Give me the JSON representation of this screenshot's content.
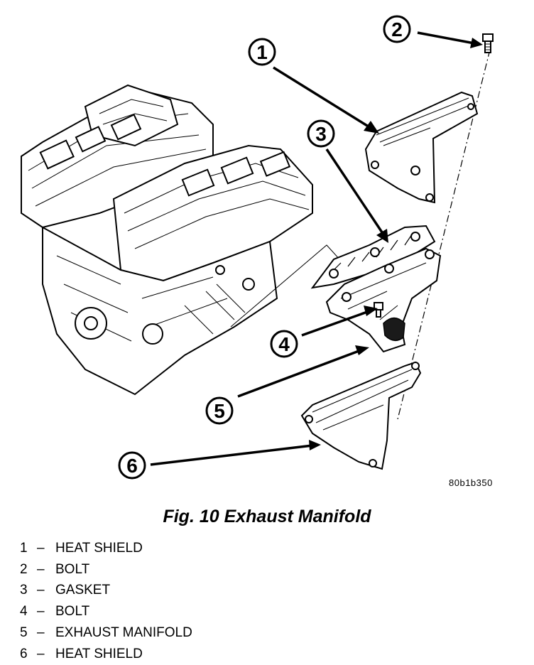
{
  "diagram": {
    "reference_code": "80b1b350",
    "callouts": [
      "1",
      "2",
      "3",
      "4",
      "5",
      "6"
    ]
  },
  "figure": {
    "caption": "Fig. 10 Exhaust Manifold"
  },
  "legend": {
    "separator": "–",
    "items": [
      {
        "number": "1",
        "label": "HEAT SHIELD"
      },
      {
        "number": "2",
        "label": "BOLT"
      },
      {
        "number": "3",
        "label": "GASKET"
      },
      {
        "number": "4",
        "label": "BOLT"
      },
      {
        "number": "5",
        "label": "EXHAUST MANIFOLD"
      },
      {
        "number": "6",
        "label": "HEAT SHIELD"
      }
    ]
  }
}
